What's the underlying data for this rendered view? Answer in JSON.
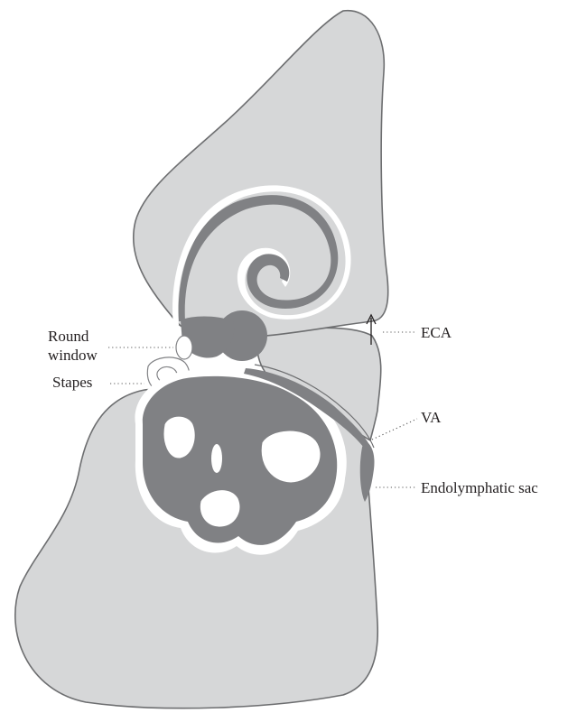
{
  "labels": {
    "round_window_line1": "Round",
    "round_window_line2": "window",
    "stapes": "Stapes",
    "eca": "ECA",
    "va": "VA",
    "endolymphatic_sac": "Endolymphatic sac"
  }
}
